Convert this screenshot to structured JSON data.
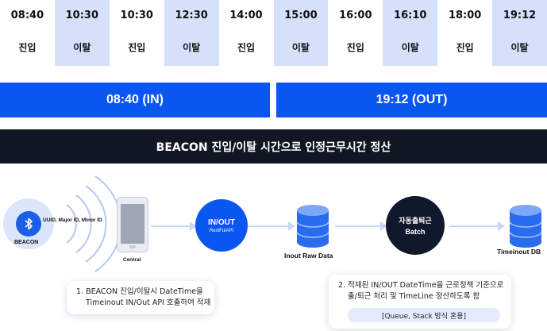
{
  "timeline": [
    {
      "time": "08:40",
      "kind": "진입",
      "highlight": false
    },
    {
      "time": "10:30",
      "kind": "이탈",
      "highlight": true
    },
    {
      "time": "10:30",
      "kind": "진입",
      "highlight": false
    },
    {
      "time": "12:30",
      "kind": "이탈",
      "highlight": true
    },
    {
      "time": "14:00",
      "kind": "진입",
      "highlight": false
    },
    {
      "time": "15:00",
      "kind": "이탈",
      "highlight": true
    },
    {
      "time": "16:00",
      "kind": "진입",
      "highlight": false
    },
    {
      "time": "16:10",
      "kind": "이탈",
      "highlight": true
    },
    {
      "time": "18:00",
      "kind": "진입",
      "highlight": false
    },
    {
      "time": "19:12",
      "kind": "이탈",
      "highlight": true
    }
  ],
  "summary": {
    "in_label": "08:40 (IN)",
    "out_label": "19:12 (OUT)"
  },
  "banner": {
    "title": "BEACON 진입/이탈 시간으로 인정근무시간 정산"
  },
  "flow": {
    "beacon_label": "BEACON",
    "signal_label": "UUID, Major ID, Minor ID",
    "central_label": "Central",
    "inout_title": "IN/OUT",
    "inout_sub": "RestFulAPI",
    "raw_db_label": "Inout Raw Data",
    "batch_title": "자동출퇴근",
    "batch_sub": "Batch",
    "final_db_label": "Timeinout DB"
  },
  "notes": {
    "note1_line1": "1. BEACON 진입/이탈시 DateTime을",
    "note1_line2": "Timeinout IN/Out API 호출하여 적재",
    "note2_line1": "2. 적재된 IN/OUT DateTime을 근로정책 기준으로",
    "note2_line2": "출/퇴근 처리 및 TimeLine 정산하도록 함",
    "note2_pill": "[Queue, Stack 방식 혼용]"
  },
  "colors": {
    "accent": "#0a56f0",
    "highlight": "#d5e1fb",
    "banner_bg": "#111625",
    "db": "#2a6cf0",
    "batch": "#10182c",
    "beacon_halo": "#dbe6fb"
  }
}
